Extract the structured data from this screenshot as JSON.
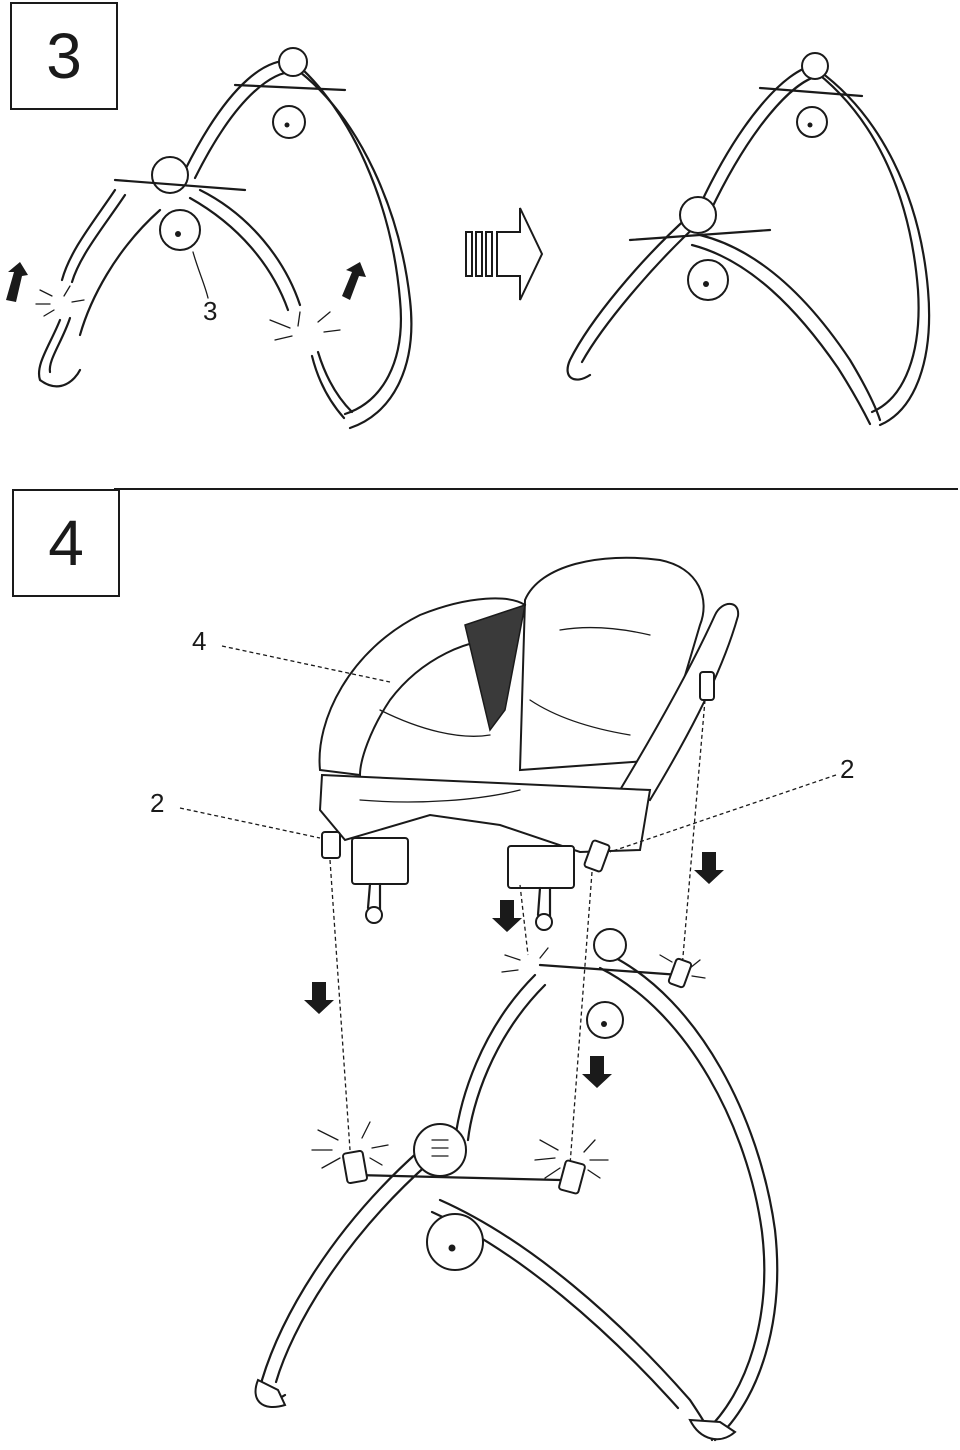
{
  "steps": [
    {
      "number": "3",
      "callouts": {
        "part": "3"
      }
    },
    {
      "number": "4",
      "callouts": {
        "seat": "4",
        "tube_left": "2",
        "tube_right": "2"
      }
    }
  ]
}
